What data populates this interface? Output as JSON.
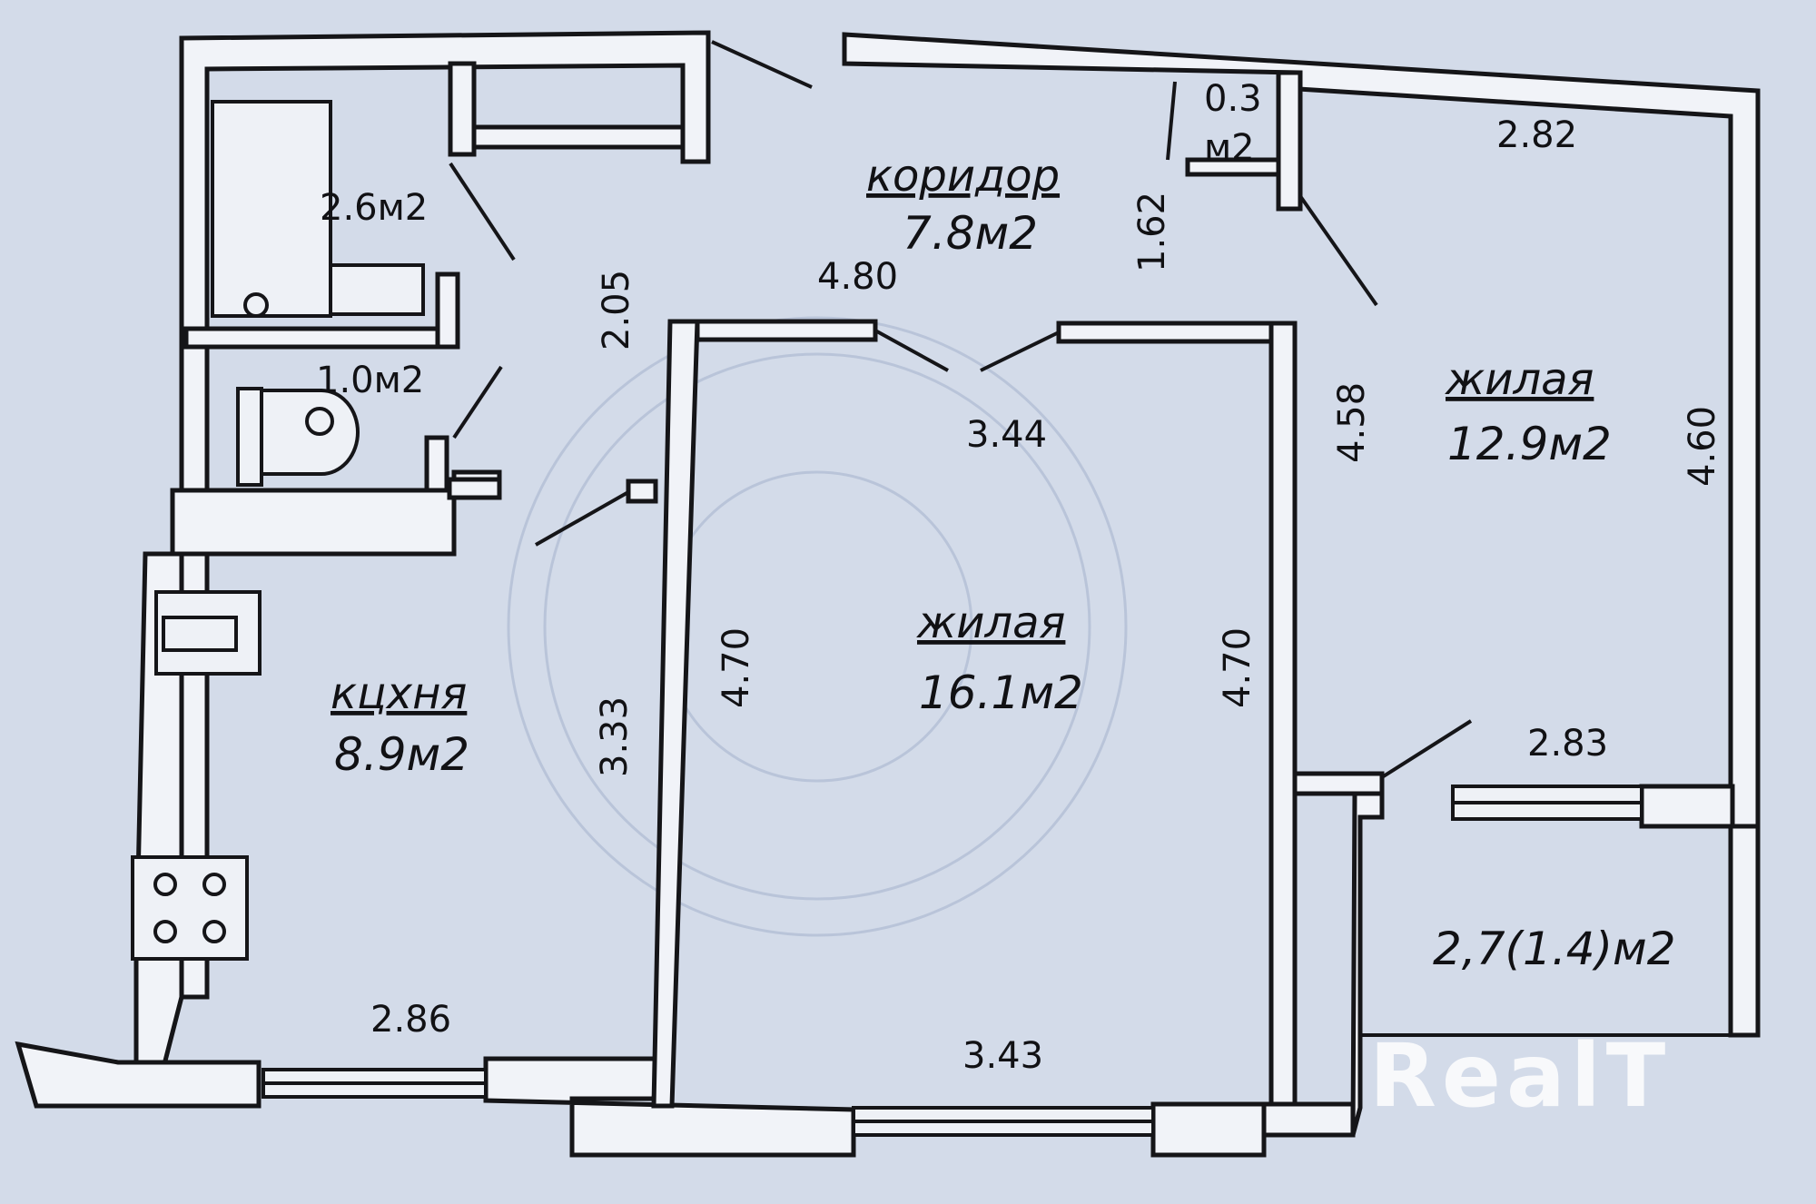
{
  "rooms": {
    "corridor": {
      "name": "коридор",
      "area": "7.8м2"
    },
    "bathroom": {
      "area": "2.6м2"
    },
    "toilet": {
      "area": "1.0м2"
    },
    "closet": {
      "area_top": "0.3",
      "area_bottom": "м2"
    },
    "kitchen": {
      "name": "кцхня",
      "area": "8.9м2"
    },
    "living_center": {
      "name": "жилая",
      "area": "16.1м2"
    },
    "living_right": {
      "name": "жилая",
      "area": "12.9м2"
    },
    "balcony": {
      "area": "2,7(1.4)м2"
    }
  },
  "dimensions": {
    "corridor_length": "4.80",
    "corridor_closet": "1.62",
    "bath_height": "2.05",
    "living_right_top": "2.82",
    "living_right_left": "4.58",
    "living_right_right": "4.60",
    "living_right_bottom": "2.83",
    "living_center_top": "3.44",
    "living_center_left": "4.70",
    "living_center_right": "4.70",
    "living_center_bottom": "3.43",
    "kitchen_height": "3.33",
    "kitchen_width": "2.86"
  },
  "watermark": "RealT"
}
